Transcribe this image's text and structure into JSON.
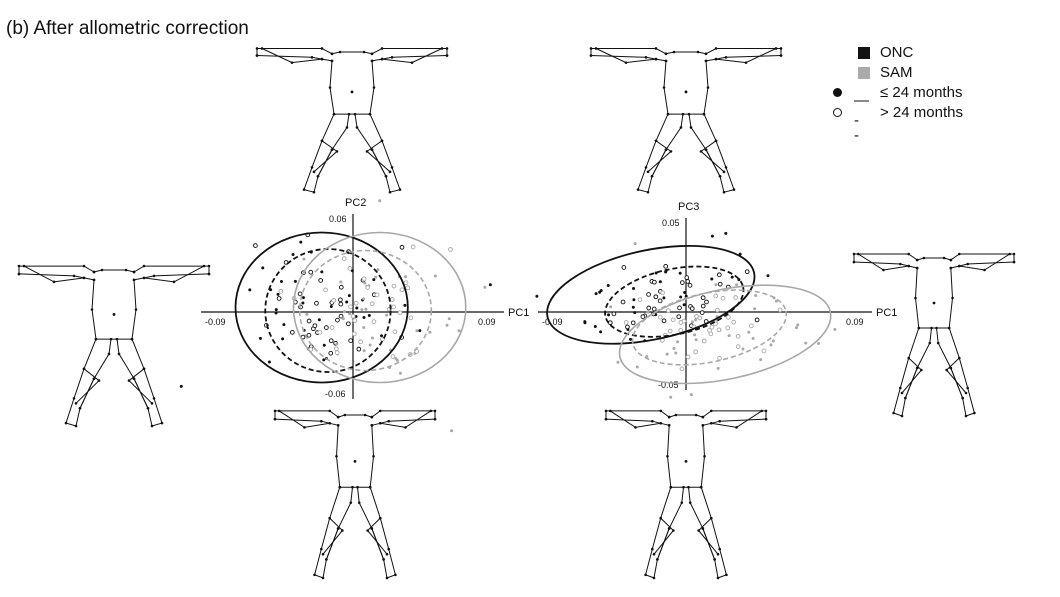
{
  "panel_title": "(b) After allometric correction",
  "legend": {
    "onc_label": "ONC",
    "sam_label": "SAM",
    "le24_label": "≤ 24 months",
    "gt24_label": "> 24 months",
    "onc_color": "#111111",
    "sam_color": "#aaaaaa"
  },
  "chart_data": [
    {
      "type": "scatter",
      "title": "",
      "xlabel": "PC1",
      "ylabel": "PC2",
      "x_ticks": [
        "-0.09",
        "0.09"
      ],
      "y_ticks": [
        "0.06",
        "-0.06"
      ],
      "xlim": [
        -0.09,
        0.09
      ],
      "ylim": [
        -0.06,
        0.06
      ],
      "series": [
        {
          "name": "ONC ≤ 24 months",
          "ellipse": {
            "cx": -0.02,
            "cy": 0.003,
            "rx": 0.055,
            "ry": 0.05
          }
        },
        {
          "name": "ONC > 24 months",
          "ellipse": {
            "cx": -0.016,
            "cy": 0.001,
            "rx": 0.04,
            "ry": 0.041
          }
        },
        {
          "name": "SAM ≤ 24 months",
          "ellipse": {
            "cx": 0.017,
            "cy": 0.003,
            "rx": 0.055,
            "ry": 0.05
          }
        },
        {
          "name": "SAM > 24 months",
          "ellipse": {
            "cx": 0.008,
            "cy": 0.001,
            "rx": 0.042,
            "ry": 0.04
          }
        }
      ]
    },
    {
      "type": "scatter",
      "title": "",
      "xlabel": "PC1",
      "ylabel": "PC3",
      "x_ticks": [
        "-0.09",
        "0.09"
      ],
      "y_ticks": [
        "0.05",
        "-0.05"
      ],
      "xlim": [
        -0.09,
        0.09
      ],
      "ylim": [
        -0.05,
        0.05
      ],
      "series": [
        {
          "name": "ONC ≤ 24 months",
          "ellipse": {
            "cx": -0.018,
            "cy": 0.01,
            "rx": 0.054,
            "ry": 0.026,
            "rot": -12
          }
        },
        {
          "name": "ONC > 24 months",
          "ellipse": {
            "cx": -0.006,
            "cy": 0.006,
            "rx": 0.036,
            "ry": 0.019,
            "rot": -12
          }
        },
        {
          "name": "SAM ≤ 24 months",
          "ellipse": {
            "cx": 0.02,
            "cy": -0.013,
            "rx": 0.055,
            "ry": 0.026,
            "rot": -12
          }
        },
        {
          "name": "SAM > 24 months",
          "ellipse": {
            "cx": 0.012,
            "cy": -0.009,
            "rx": 0.04,
            "ry": 0.02,
            "rot": -12
          }
        }
      ]
    }
  ]
}
